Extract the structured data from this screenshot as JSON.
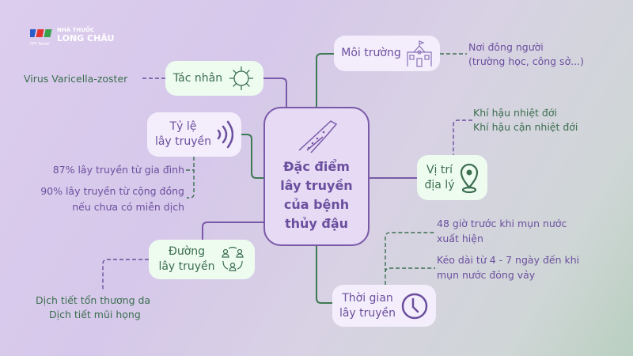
{
  "brand": {
    "sub": "FPT Retail",
    "line1": "NHÀ THUỐC",
    "line2": "LONG CHÂU"
  },
  "center": {
    "lines": [
      "Đặc điểm",
      "lây truyền",
      "của bệnh",
      "thủy đậu"
    ],
    "icon": "rash-arm-icon"
  },
  "nodes": {
    "tac_nhan": {
      "label": "Tác nhân",
      "icon": "virus-icon",
      "details": [
        "Virus Varicella-zoster"
      ]
    },
    "moi_truong": {
      "label": "Môi trường",
      "icon": "school-icon",
      "details": [
        "Nơi đông người",
        "(trường học, công sở...)"
      ]
    },
    "ty_le": {
      "label": [
        "Tỷ lệ",
        "lây truyền"
      ],
      "icon": "signal-waves-icon",
      "details": [
        "87% lây truyền từ gia đình",
        "90% lây truyền từ cộng đồng",
        "nếu chưa có miễn dịch"
      ]
    },
    "vi_tri": {
      "label": [
        "Vị trí",
        "địa lý"
      ],
      "icon": "location-pin-icon",
      "details": [
        "Khí hậu nhiệt đới",
        "Khí hậu cận nhiệt đới"
      ]
    },
    "duong": {
      "label": [
        "Đường",
        "lây truyền"
      ],
      "icon": "people-cycle-icon",
      "details": [
        "Dịch tiết tổn thương da",
        "Dịch tiết mũi họng"
      ]
    },
    "thoi_gian": {
      "label": [
        "Thời gian",
        "lây truyền"
      ],
      "icon": "clock-icon",
      "details": [
        "48 giờ trước khi mụn nước",
        "xuất hiện",
        "Kéo dài từ 4 - 7 ngày đến khi",
        "mụn nước đóng vảy"
      ]
    }
  },
  "colors": {
    "purple": "#6b4f9e",
    "green": "#3b6e4e",
    "mint": "#eefcf0",
    "lavender": "#f4eefc"
  }
}
